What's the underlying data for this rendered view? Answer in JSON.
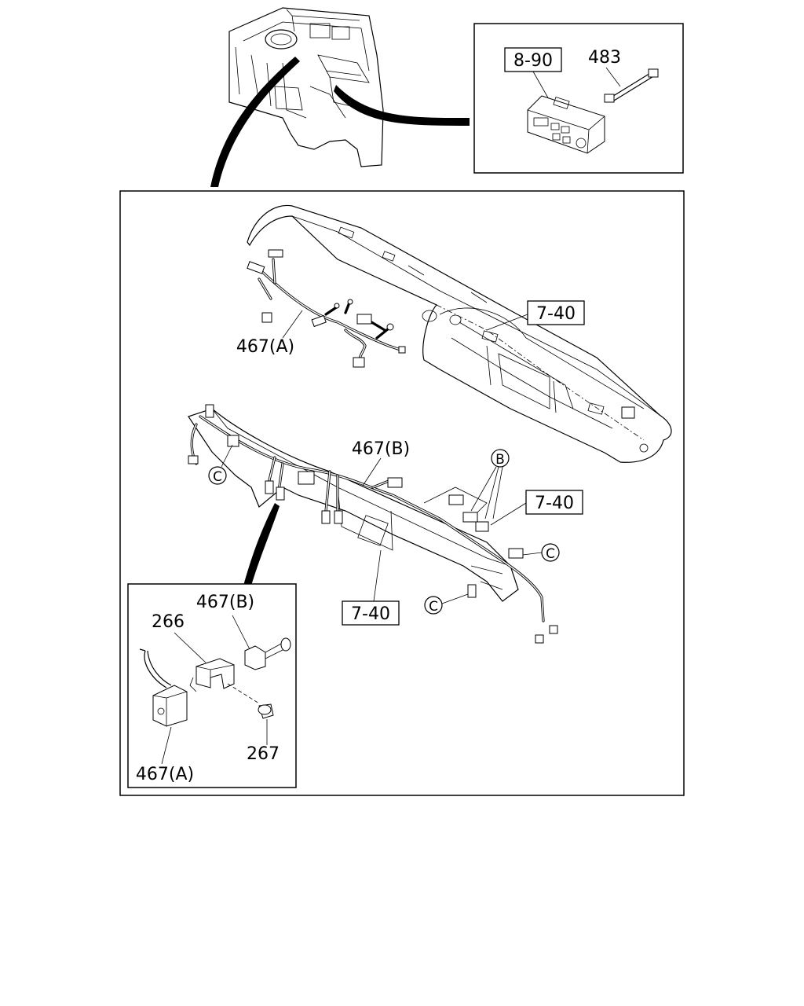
{
  "labels": {
    "radio_ref": "8-90",
    "radio_cable": "483",
    "dash_ref_1": "7-40",
    "dash_ref_2": "7-40",
    "dash_ref_3": "7-40",
    "harness_a": "467(A)",
    "harness_b": "467(B)",
    "detail_harness_b": "467(B)",
    "detail_bracket": "266",
    "detail_screw": "267",
    "detail_harness_a": "467(A)",
    "callout_b": "B",
    "callout_c": "C"
  }
}
